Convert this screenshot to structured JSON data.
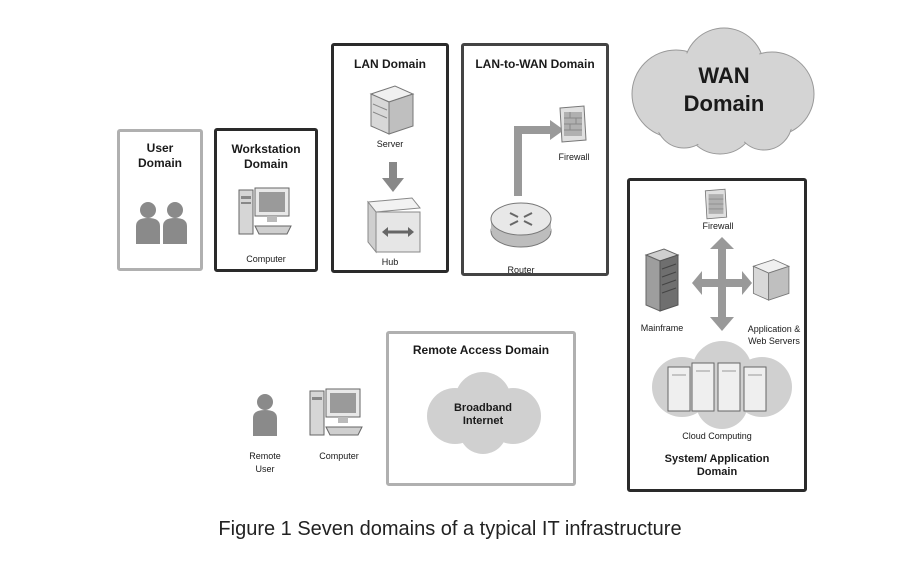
{
  "domains": {
    "user": {
      "title_line1": "User",
      "title_line2": "Domain"
    },
    "workstation": {
      "title_line1": "Workstation",
      "title_line2": "Domain",
      "computer_label": "Computer"
    },
    "lan": {
      "title": "LAN Domain",
      "server_label": "Server",
      "hub_label": "Hub"
    },
    "lan_to_wan": {
      "title": "LAN-to-WAN Domain",
      "firewall_label": "Firewall",
      "router_label": "Router"
    },
    "wan": {
      "title_line1": "WAN",
      "title_line2": "Domain"
    },
    "system_app": {
      "firewall_label": "Firewall",
      "mainframe_label": "Mainframe",
      "servers_label_line1": "Application &",
      "servers_label_line2": "Web Servers",
      "cloud_label": "Cloud Computing",
      "title_line1": "System/ Application",
      "title_line2": "Domain"
    },
    "remote_access": {
      "title": "Remote Access Domain",
      "cloud_line1": "Broadband",
      "cloud_line2": "Internet",
      "remote_user_line1": "Remote",
      "remote_user_line2": "User",
      "computer_label": "Computer"
    }
  },
  "caption": "Figure 1 Seven domains of a typical IT infrastructure"
}
